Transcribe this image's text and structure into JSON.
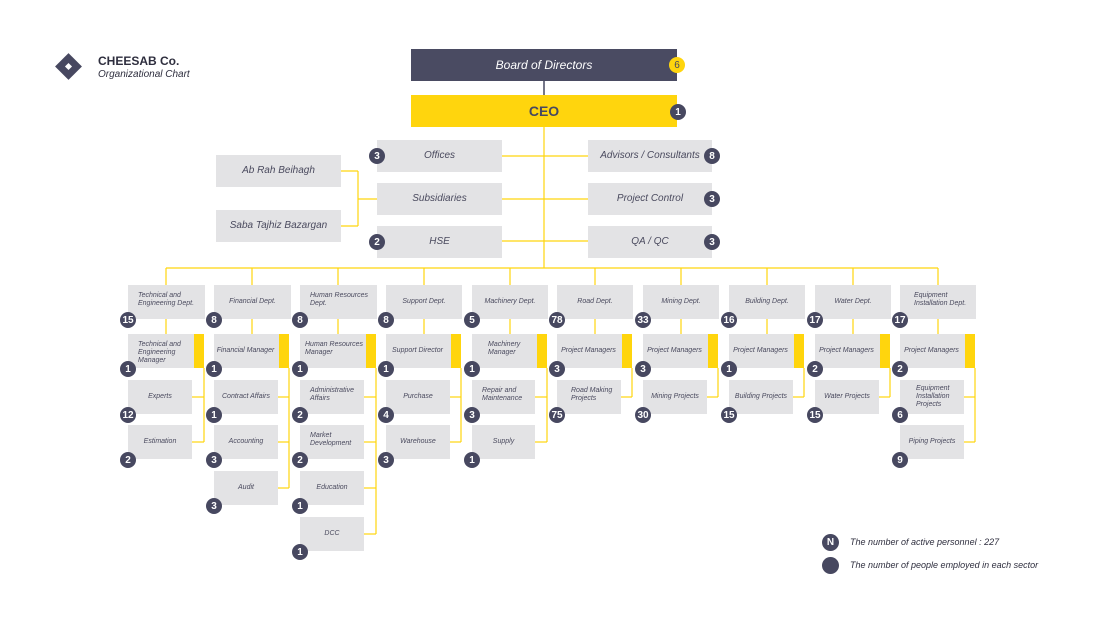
{
  "header": {
    "company": "CHEESAB Co.",
    "subtitle": "Organizational Chart"
  },
  "board": {
    "label": "Board of Directors",
    "count": "6"
  },
  "ceo": {
    "label": "CEO",
    "count": "1"
  },
  "staff": {
    "offices": {
      "label": "Offices",
      "count": "3"
    },
    "advisors": {
      "label": "Advisors / Consultants",
      "count": "8"
    },
    "subsidiaries": {
      "label": "Subsidiaries"
    },
    "project_control": {
      "label": "Project Control",
      "count": "3"
    },
    "hse": {
      "label": "HSE",
      "count": "2"
    },
    "qa_qc": {
      "label": "QA / QC",
      "count": "3"
    },
    "sub1": {
      "label": "Ab Rah Beihagh"
    },
    "sub2": {
      "label": "Saba Tajhiz Bazargan"
    }
  },
  "departments": [
    {
      "name": "Technical and Engineering Dept.",
      "count": "15",
      "units": [
        {
          "label": "Technical and Engineering Manager",
          "count": "1"
        },
        {
          "label": "Experts",
          "count": "12"
        },
        {
          "label": "Estimation",
          "count": "2"
        }
      ]
    },
    {
      "name": "Financial Dept.",
      "count": "8",
      "units": [
        {
          "label": "Financial Manager",
          "count": "1"
        },
        {
          "label": "Contract Affairs",
          "count": "1"
        },
        {
          "label": "Accounting",
          "count": "3"
        },
        {
          "label": "Audit",
          "count": "3"
        }
      ]
    },
    {
      "name": "Human Resources Dept.",
      "count": "8",
      "units": [
        {
          "label": "Human Resources Manager",
          "count": "1"
        },
        {
          "label": "Administrative Affairs",
          "count": "2"
        },
        {
          "label": "Market Development",
          "count": "2"
        },
        {
          "label": "Education",
          "count": "1"
        },
        {
          "label": "DCC",
          "count": "1"
        }
      ]
    },
    {
      "name": "Support Dept.",
      "count": "8",
      "units": [
        {
          "label": "Support Director",
          "count": "1"
        },
        {
          "label": "Purchase",
          "count": "4"
        },
        {
          "label": "Warehouse",
          "count": "3"
        }
      ]
    },
    {
      "name": "Machinery Dept.",
      "count": "5",
      "units": [
        {
          "label": "Machinery Manager",
          "count": "1"
        },
        {
          "label": "Repair and Maintenance",
          "count": "3"
        },
        {
          "label": "Supply",
          "count": "1"
        }
      ]
    },
    {
      "name": "Road Dept.",
      "count": "78",
      "units": [
        {
          "label": "Project Managers",
          "count": "3"
        },
        {
          "label": "Road Making Projects",
          "count": "75"
        }
      ]
    },
    {
      "name": "Mining Dept.",
      "count": "33",
      "units": [
        {
          "label": "Project Managers",
          "count": "3"
        },
        {
          "label": "Mining Projects",
          "count": "30"
        }
      ]
    },
    {
      "name": "Building Dept.",
      "count": "16",
      "units": [
        {
          "label": "Project Managers",
          "count": "1"
        },
        {
          "label": "Building Projects",
          "count": "15"
        }
      ]
    },
    {
      "name": "Water Dept.",
      "count": "17",
      "units": [
        {
          "label": "Project Managers",
          "count": "2"
        },
        {
          "label": "Water Projects",
          "count": "15"
        }
      ]
    },
    {
      "name": "Equipment Installation Dept.",
      "count": "17",
      "units": [
        {
          "label": "Project Managers",
          "count": "2"
        },
        {
          "label": "Equipment Installation Projects",
          "count": "6"
        },
        {
          "label": "Piping Projects",
          "count": "9"
        }
      ]
    }
  ],
  "legend": {
    "symbol": "N",
    "total": "The number of active personnel : 227",
    "sector": "The number of people employed in each sector"
  },
  "colors": {
    "navy": "#474860",
    "yellow": "#ffd50d",
    "box": "#e3e3e5"
  }
}
